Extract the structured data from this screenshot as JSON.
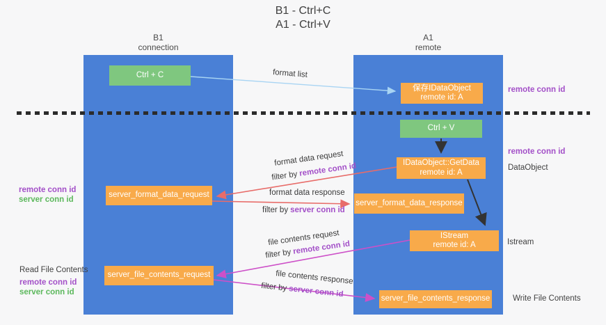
{
  "title": {
    "line1": "B1 - Ctrl+C",
    "line2": "A1 - Ctrl+V"
  },
  "lanes": {
    "left": {
      "title": "B1",
      "subtitle": "connection"
    },
    "right": {
      "title": "A1",
      "subtitle": "remote"
    }
  },
  "boxes": {
    "ctrl_c": "Ctrl + C",
    "save_dataobject_line1": "保存IDataObject",
    "save_dataobject_line2": "remote id: A",
    "ctrl_v": "Ctrl + V",
    "getdata_line1": "IDataObject::GetData",
    "getdata_line2": "remote id: A",
    "format_request": "server_format_data_request",
    "format_response": "server_format_data_response",
    "istream_line1": "IStream",
    "istream_line2": "remote id: A",
    "file_request": "server_file_contents_request",
    "file_response": "server_file_contents_response"
  },
  "edge_labels": {
    "format_list": "format list",
    "format_data_request": "format data request",
    "format_data_response": "format data response",
    "file_contents_request": "file contents request",
    "file_contents_response": "file contents response",
    "filter_by": "filter by",
    "remote_conn_id": "remote conn id",
    "server_conn_id": "server conn id"
  },
  "side_labels": {
    "right_remote_conn_id_1": "remote conn id",
    "right_remote_conn_id_2": "remote conn id",
    "dataobject": "DataObject",
    "istream": "Istream",
    "write_file_contents": "Write File Contents",
    "left_remote_conn_id_1": "remote conn id",
    "left_server_conn_id_1": "server conn id",
    "read_file_contents": "Read File Contents",
    "left_remote_conn_id_2": "remote conn id",
    "left_server_conn_id_2": "server conn id"
  },
  "colors": {
    "background": "#f7f7f8",
    "column_blue": "#4a80d6",
    "box_green": "#7fc77f",
    "box_orange": "#f8aa4a",
    "label_purple": "#a350c8",
    "label_green": "#5cb85c",
    "arrow_blue": "#a8d4f3",
    "arrow_red": "#e86c69",
    "arrow_magenta": "#cd50c8",
    "arrow_black": "#333333",
    "text_dark": "#3f3f3f",
    "dash_black": "#2b2b2b"
  }
}
